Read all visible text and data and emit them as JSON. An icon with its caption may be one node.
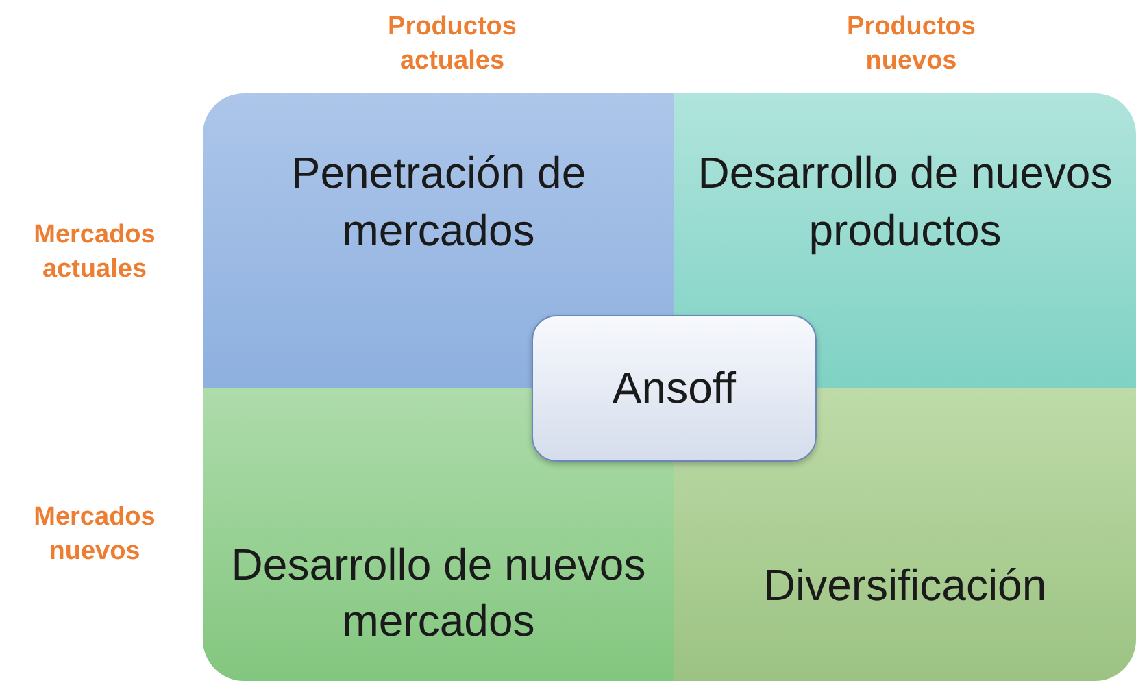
{
  "diagram": {
    "nodes": [
      {
        "text": [
          "Penetración de mercados"
        ]
      },
      {
        "text": [
          "Desarrollo de nuevos productos"
        ]
      },
      {
        "text": [
          "Desarrollo de nuevos mercados"
        ]
      },
      {
        "text": [
          "Diversificación"
        ]
      },
      {
        "text": [
          "Ansoff"
        ]
      }
    ],
    "edges": [],
    "labels": [
      "Productos actuales",
      "Productos nuevos",
      "Mercados actuales",
      "Mercados nuevos"
    ]
  }
}
